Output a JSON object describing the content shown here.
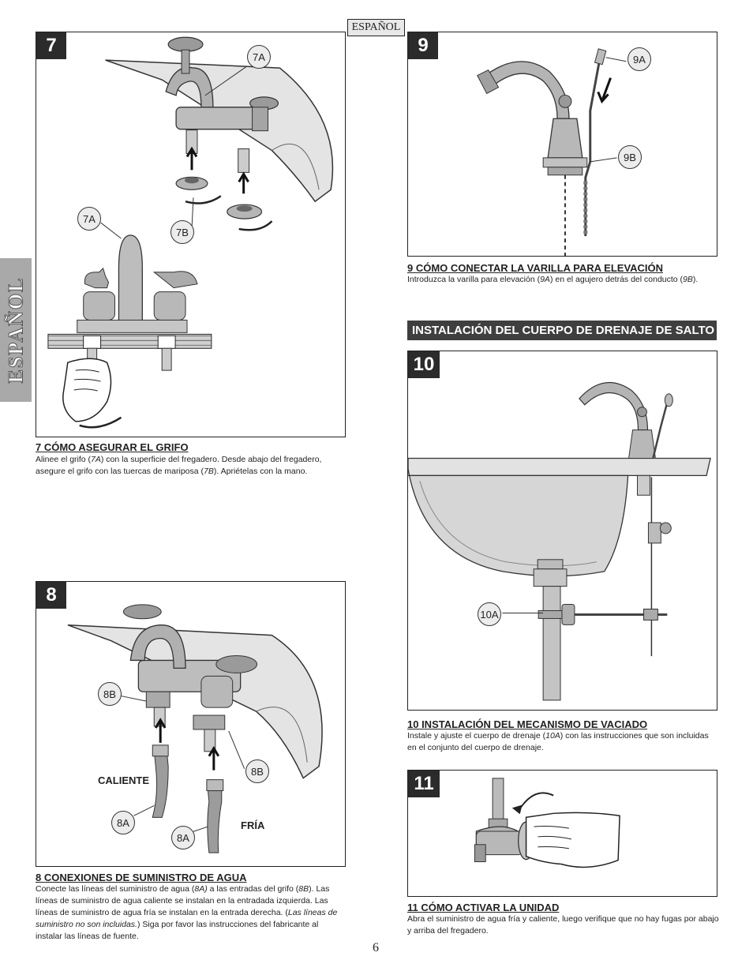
{
  "language_tag": "ESPAÑOL",
  "side_tab": "ESPAÑOL",
  "page_number": "6",
  "banner": "INSTALACIÓN DEL CUERPO DE DRENAJE DE SALTO",
  "steps": {
    "s7": {
      "number": "7",
      "callouts": {
        "a_top": "7A",
        "a_left": "7A",
        "b": "7B"
      },
      "caption_title": "7  CÓMO ASEGURAR EL GRIFO",
      "caption": {
        "p1": "Alinee el grifo (",
        "i1": "7A",
        "p2": ") con la superficie del fregadero. Desde abajo del fregadero, asegure el grifo con las tuercas de mariposa (",
        "i2": "7B",
        "p3": "). Apriételas con la mano."
      }
    },
    "s8": {
      "number": "8",
      "callouts": {
        "b_left": "8B",
        "b_right": "8B",
        "a_left": "8A",
        "a_right": "8A"
      },
      "labels": {
        "hot": "CALIENTE",
        "cold": "FRÍA"
      },
      "caption_title": "8  CONEXIONES DE SUMINISTRO DE AGUA",
      "caption": {
        "p1": "Conecte las líneas del suministro de agua (",
        "i1": "8A)",
        "p2": " a las entradas del grifo (",
        "i2": "8B",
        "p3": "). Las líneas de suministro de agua caliente se instalan en la entradada izquierda. Las líneas de suministro de agua fría se instalan en la entrada derecha. (",
        "i3": "Las líneas de suministro no son incluidas.",
        "p4": ") Siga por favor las instrucciones del fabricante al instalar las líneas de fuente."
      }
    },
    "s9": {
      "number": "9",
      "callouts": {
        "a": "9A",
        "b": "9B"
      },
      "caption_title": "9  CÓMO CONECTAR LA VARILLA PARA ELEVACIÓN",
      "caption": {
        "p1": "Introduzca la varilla para elevación (",
        "i1": "9A",
        "p2": ") en el agujero detrás del conducto (",
        "i2": "9B",
        "p3": ")."
      }
    },
    "s10": {
      "number": "10",
      "callouts": {
        "a": "10A"
      },
      "caption_title": "10  INSTALACIÓN DEL MECANISMO DE VACIADO",
      "caption": {
        "p1": "Instale y ajuste el cuerpo de drenaje (",
        "i1": "10A",
        "p2": ") con las instrucciones que son incluidas en el conjunto del cuerpo de drenaje."
      }
    },
    "s11": {
      "number": "11",
      "caption_title": "11  CÓMO ACTIVAR LA UNIDAD",
      "caption": {
        "p1": "Abra el suministro de agua fría y caliente, luego verifique que no hay fugas por abajo y arriba del fregadero."
      }
    }
  }
}
